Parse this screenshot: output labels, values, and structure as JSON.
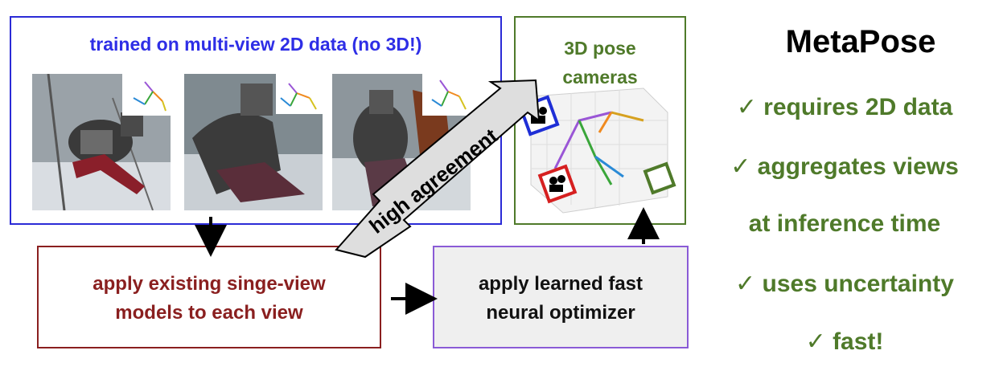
{
  "top_panel": {
    "title": "trained on multi-view 2D data (no 3D!)"
  },
  "pose_panel": {
    "title_line1": "3D pose",
    "title_line2": "cameras"
  },
  "models_box": {
    "line1": "apply existing singe-view",
    "line2": "models to each view"
  },
  "optimizer_box": {
    "line1": "apply learned fast",
    "line2": "neural optimizer"
  },
  "arrow_label": "high agreement",
  "metapose": {
    "title": "MetaPose",
    "features": [
      "✓ requires 2D data",
      "✓ aggregates views",
      "at inference time",
      "✓ uses uncertainty",
      "✓ fast!"
    ]
  },
  "colors": {
    "blue": "#2e2ee6",
    "green": "#4f7a2a",
    "dark_red": "#8a1f1f",
    "purple": "#8a5bd6",
    "camera_blue": "#1f2fd6",
    "camera_red": "#d62020",
    "camera_green": "#4f7a2a"
  }
}
